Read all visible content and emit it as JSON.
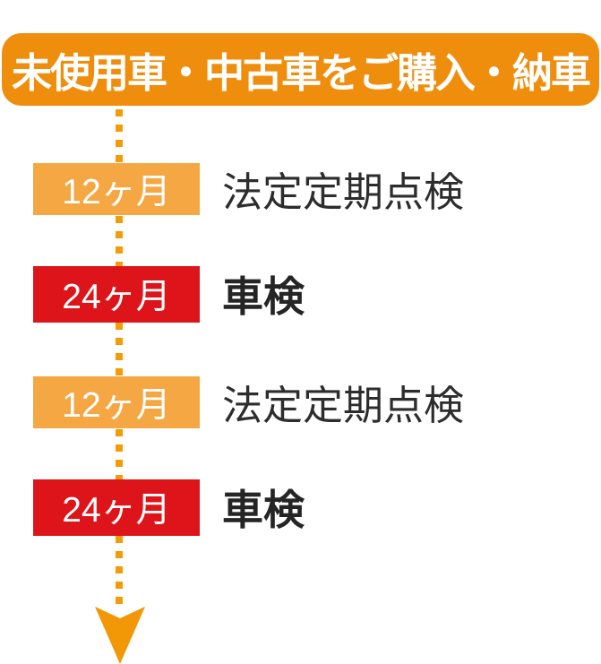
{
  "header": {
    "title": "未使用車・中古車をご購入・納車"
  },
  "timeline": {
    "rows": [
      {
        "badge": "12ヶ月",
        "label": "法定定期点検",
        "style": "orange"
      },
      {
        "badge": "24ヶ月",
        "label": "車検",
        "style": "red"
      },
      {
        "badge": "12ヶ月",
        "label": "法定定期点検",
        "style": "orange"
      },
      {
        "badge": "24ヶ月",
        "label": "車検",
        "style": "red"
      }
    ],
    "arrow_icon": "down-arrow"
  },
  "colors": {
    "banner_orange": "#EF8E0D",
    "badge_orange": "#F4A742",
    "badge_red": "#DD1419",
    "connector_orange": "#F59B05",
    "label_text": "#2D2D2D",
    "badge_text": "#FFFFFF",
    "background": "#FFFFFF"
  }
}
